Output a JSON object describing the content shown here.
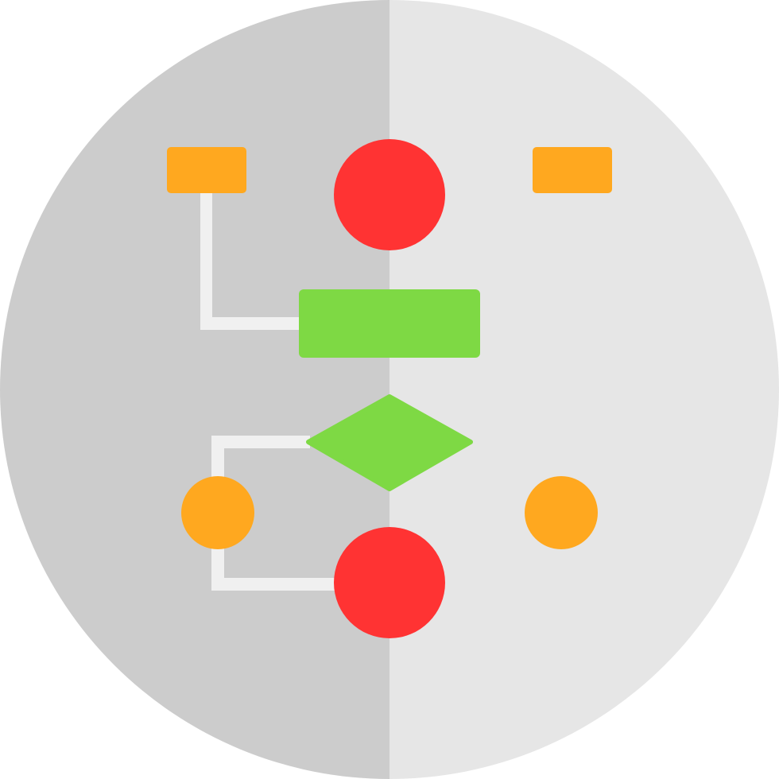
{
  "icon": {
    "name": "flowchart-icon",
    "style": "flat-circle",
    "colors": {
      "background_left": "#CCCCCC",
      "background_right": "#E6E6E6",
      "connector": "#F0F0F0",
      "node_red": "#FF3333",
      "node_orange": "#FFA81F",
      "node_green": "#7ED944"
    },
    "nodes": [
      {
        "id": "top-left-box",
        "shape": "rectangle",
        "color": "node_orange"
      },
      {
        "id": "top-circle",
        "shape": "circle",
        "color": "node_red"
      },
      {
        "id": "top-right-box",
        "shape": "rectangle",
        "color": "node_orange"
      },
      {
        "id": "process-box",
        "shape": "rectangle",
        "color": "node_green"
      },
      {
        "id": "decision-diamond",
        "shape": "diamond",
        "color": "node_green"
      },
      {
        "id": "left-circle",
        "shape": "circle",
        "color": "node_orange"
      },
      {
        "id": "right-circle",
        "shape": "circle",
        "color": "node_orange"
      },
      {
        "id": "bottom-circle",
        "shape": "circle",
        "color": "node_red"
      }
    ]
  }
}
